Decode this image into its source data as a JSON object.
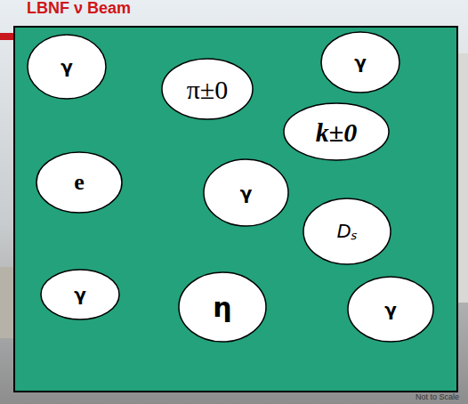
{
  "diagram": {
    "title": "LBNF ν Beam",
    "nodes": [
      {
        "text": [
          "γ"
        ]
      },
      {
        "text": [
          "γ"
        ]
      },
      {
        "text": [
          "π±0"
        ]
      },
      {
        "text": [
          "k±0"
        ]
      },
      {
        "text": [
          "e"
        ]
      },
      {
        "text": [
          "γ"
        ]
      },
      {
        "text": [
          "Dₛ"
        ]
      },
      {
        "text": [
          "γ"
        ]
      },
      {
        "text": [
          "η"
        ]
      },
      {
        "text": [
          "γ"
        ]
      }
    ],
    "labels": [
      "Not to Scale"
    ]
  }
}
